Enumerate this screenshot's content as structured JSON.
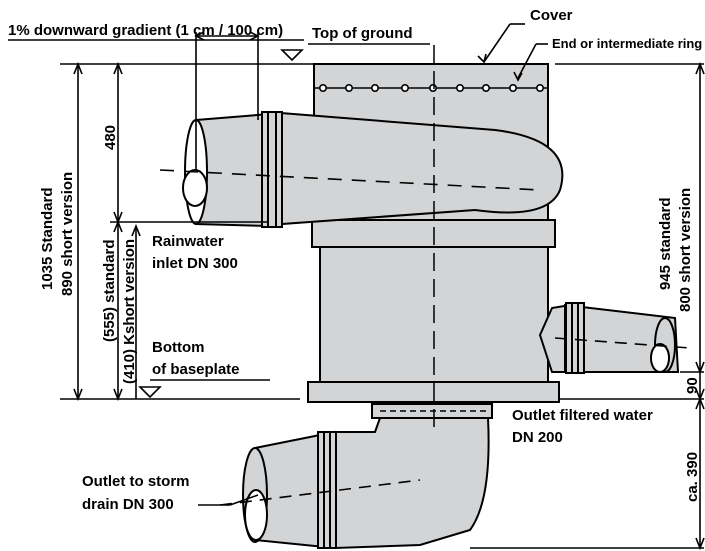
{
  "diagram": {
    "labels": {
      "gradient": "1% downward gradient (1 cm / 100 cm)",
      "top_of_ground": "Top of ground",
      "cover": "Cover",
      "ring": "End or intermediate ring",
      "rainwater_inlet_1": "Rainwater",
      "rainwater_inlet_2": "inlet DN 300",
      "bottom_baseplate_1": "Bottom",
      "bottom_baseplate_2": "of baseplate",
      "outlet_filtered_1": "Outlet filtered water",
      "outlet_filtered_2": "DN 200",
      "outlet_storm_1": "Outlet to storm",
      "outlet_storm_2": "drain DN 300"
    },
    "dimensions": {
      "dim_480": "480",
      "dim_1035_standard": "1035 Standard",
      "dim_890_short": "890 short version",
      "dim_555_standard": "(555) standard",
      "dim_410_short": "(410) Kshort version",
      "dim_945_standard": "945 standard",
      "dim_800_short": "800 short version",
      "dim_90": "90",
      "dim_390": "ca. 390"
    },
    "colors": {
      "body_fill": "#d3d4d6",
      "line": "#000000"
    }
  }
}
